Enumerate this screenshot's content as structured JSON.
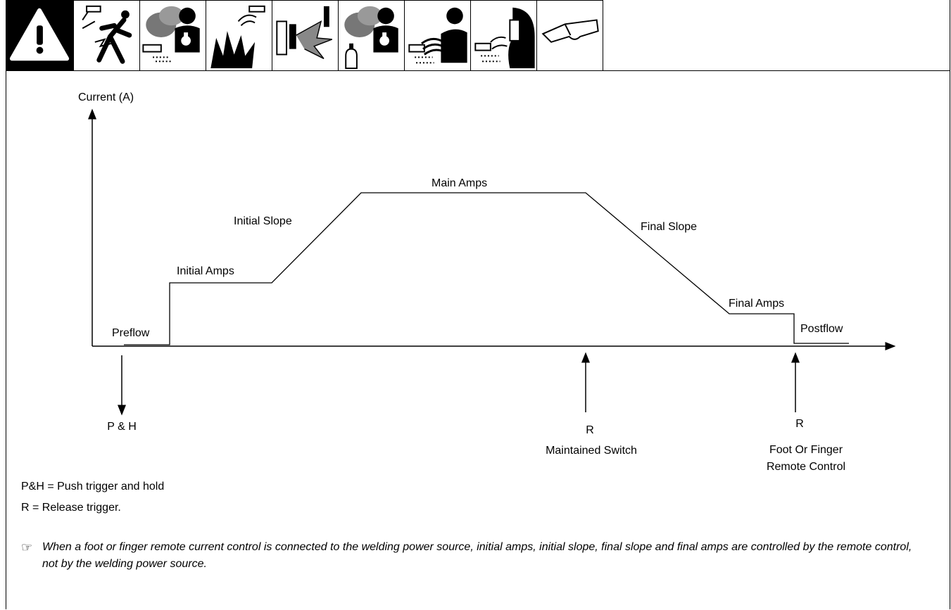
{
  "warning_icons": [
    "caution-exclamation-icon",
    "electric-shock-icon",
    "fumes-gases-icon",
    "explosion-sparks-icon",
    "cylinder-explosion-icon",
    "fumes-cylinder-icon",
    "arc-rays-icon",
    "welding-helmet-icon",
    "safety-glasses-icon"
  ],
  "diagram": {
    "y_axis_label": "Current (A)",
    "segments": {
      "preflow": "Preflow",
      "initial_amps": "Initial Amps",
      "initial_slope": "Initial Slope",
      "main_amps": "Main Amps",
      "final_slope": "Final Slope",
      "final_amps": "Final Amps",
      "postflow": "Postflow"
    },
    "markers": {
      "push_hold": "P & H",
      "release_1": "R",
      "release_1_caption": "Maintained Switch",
      "release_2": "R",
      "release_2_caption_line1": "Foot Or Finger",
      "release_2_caption_line2": "Remote Control"
    }
  },
  "legend": {
    "line1": "P&H = Push trigger and hold",
    "line2": "R = Release trigger."
  },
  "note": {
    "icon": "pointing-hand-icon",
    "text": "When a foot or finger remote current control is connected to the welding power source, initial amps, initial slope, final slope and final amps are controlled by the remote control, not by the welding power source."
  }
}
